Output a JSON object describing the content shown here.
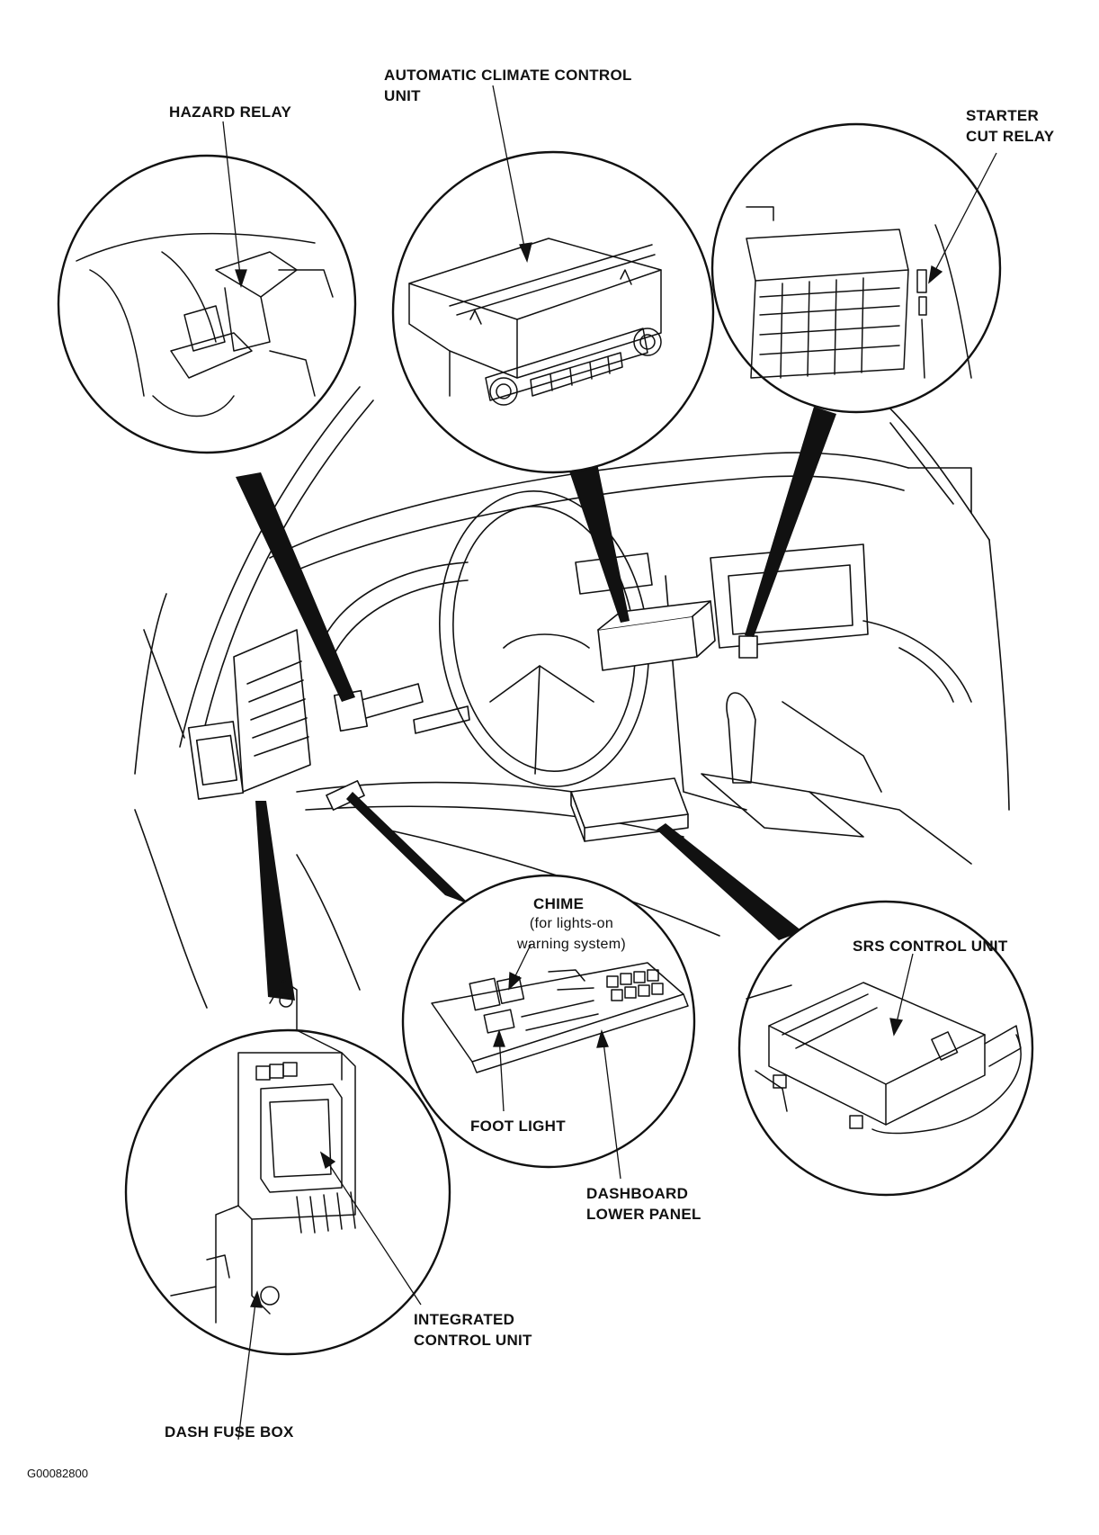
{
  "labels": {
    "automatic_climate_control_unit": "AUTOMATIC CLIMATE CONTROL\nUNIT",
    "hazard_relay": "HAZARD RELAY",
    "starter_cut_relay": "STARTER\nCUT RELAY",
    "chime": "CHIME",
    "chime_note": "(for lights-on\nwarning system)",
    "srs_control_unit": "SRS CONTROL UNIT",
    "foot_light": "FOOT LIGHT",
    "dashboard_lower_panel": "DASHBOARD\nLOWER PANEL",
    "integrated_control_unit": "INTEGRATED\nCONTROL UNIT",
    "dash_fuse_box": "DASH FUSE BOX"
  },
  "figure_code": "G00082800",
  "colors": {
    "ink": "#111111",
    "paper": "#ffffff"
  }
}
